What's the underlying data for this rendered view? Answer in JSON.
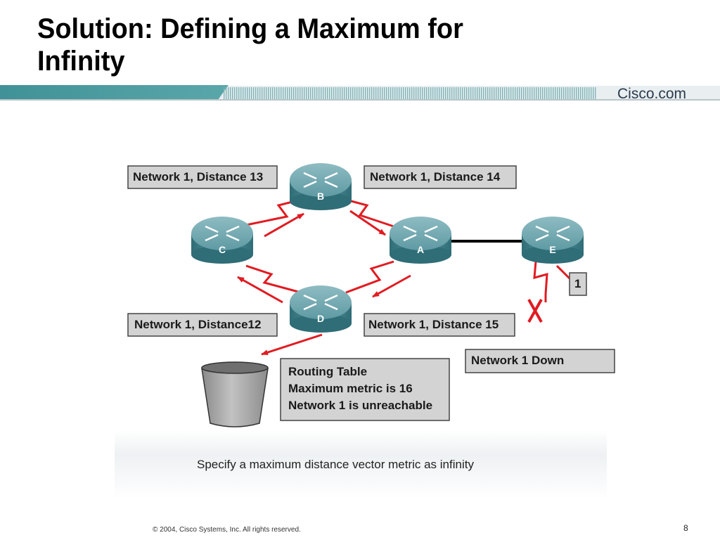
{
  "slide": {
    "title_line1": "Solution: Defining a Maximum for",
    "title_line2": "Infinity",
    "brand": "Cisco.com",
    "caption": "Specify a maximum distance vector metric as infinity",
    "footer": "© 2004, Cisco Systems, Inc. All rights reserved.",
    "page_number": "8"
  },
  "routers": {
    "b": "B",
    "c": "C",
    "a": "A",
    "e": "E",
    "d": "D"
  },
  "labels": {
    "b_left": "Network 1, Distance 13",
    "b_right": "Network 1, Distance 14",
    "d_left": "Network 1, Distance12",
    "d_right": "Network 1, Distance 15",
    "network_down": "Network 1 Down",
    "network_number": "1"
  },
  "routing_table": {
    "line1": "Routing Table",
    "line2": "Maximum metric is 16",
    "line3": "Network 1 is unreachable"
  },
  "colors": {
    "banner_teal": "#3c8f95",
    "router_teal": "#4f8a93",
    "link_red": "#e11b22",
    "label_gray": "#cfcfcf",
    "trash_gray": "#a3a3a3"
  }
}
